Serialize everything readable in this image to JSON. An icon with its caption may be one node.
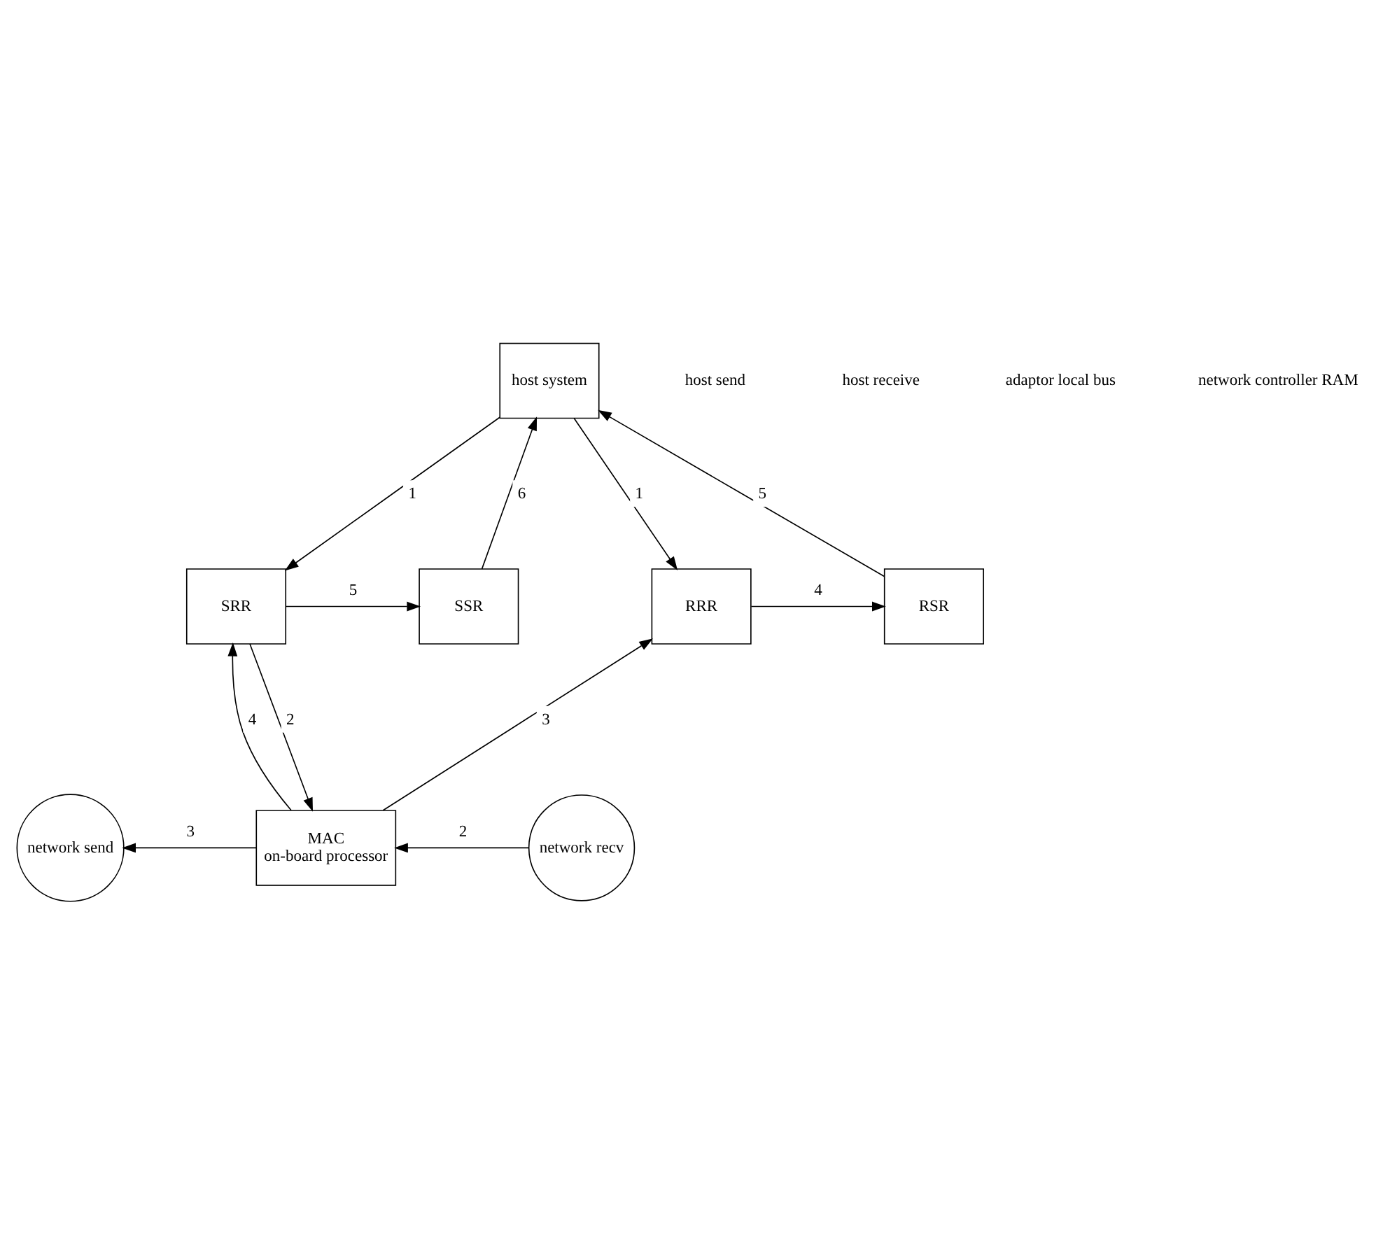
{
  "diagram": {
    "nodes": [
      {
        "text": [
          "host system"
        ]
      },
      {
        "text": [
          "SRR"
        ]
      },
      {
        "text": [
          "SSR"
        ]
      },
      {
        "text": [
          "RRR"
        ]
      },
      {
        "text": [
          "RSR"
        ]
      },
      {
        "text": [
          "MAC",
          "on-board processor"
        ]
      },
      {
        "text": [
          "network send"
        ]
      },
      {
        "text": [
          "network recv"
        ]
      }
    ],
    "edges": [
      {
        "from": 0,
        "to": 1,
        "arrow": "to",
        "label": "1"
      },
      {
        "from": 2,
        "to": 0,
        "arrow": "to",
        "label": "6"
      },
      {
        "from": 0,
        "to": 3,
        "arrow": "to",
        "label": "1"
      },
      {
        "from": 4,
        "to": 0,
        "arrow": "to",
        "label": "5"
      },
      {
        "from": 1,
        "to": 2,
        "arrow": "to",
        "label": "5"
      },
      {
        "from": 3,
        "to": 4,
        "arrow": "to",
        "label": "4"
      },
      {
        "from": 1,
        "to": 5,
        "arrow": "to",
        "label": "2"
      },
      {
        "from": 5,
        "to": 1,
        "arrow": "to",
        "label": "4"
      },
      {
        "from": 5,
        "to": 3,
        "arrow": "to",
        "label": "3"
      },
      {
        "from": 5,
        "to": 6,
        "arrow": "to",
        "label": "3"
      },
      {
        "from": 7,
        "to": 5,
        "arrow": "to",
        "label": "2"
      }
    ],
    "labels": [
      "host send",
      "host receive",
      "adaptor local bus",
      "network controller RAM"
    ]
  }
}
